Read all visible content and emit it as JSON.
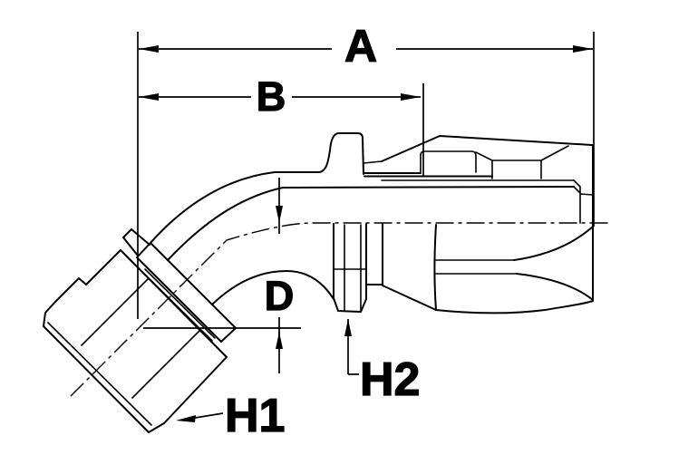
{
  "drawing": {
    "type": "technical-line-drawing",
    "subject": "45-degree elbow swivel hose fitting, side view with dimension callouts",
    "background_color": "#ffffff",
    "line_color": "#000000",
    "labels": {
      "dim_a": "A",
      "dim_b": "B",
      "dim_d": "D",
      "h1": "H1",
      "h2": "H2"
    }
  }
}
